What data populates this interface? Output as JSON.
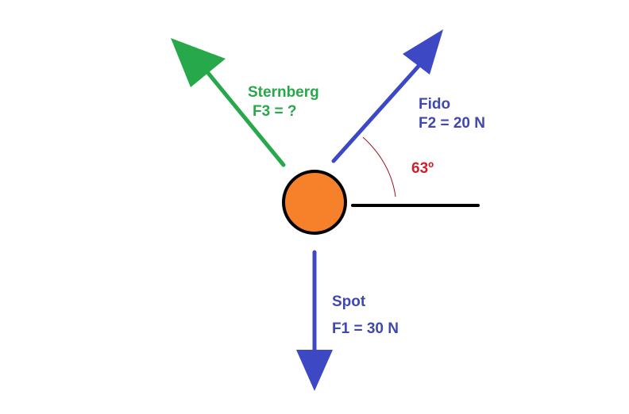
{
  "colors": {
    "green": "#27a84a",
    "blue": "#3d48c4",
    "label_blue": "#4048b0",
    "red": "#d0202c",
    "orange": "#f7802a"
  },
  "labels": {
    "f3_name": "Sternberg",
    "f3_value": "F3 = ?",
    "f2_name": "Fido",
    "f2_value": "F2 = 20 N",
    "angle": "63º",
    "f1_name": "Spot",
    "f1_value": "F1 = 30 N"
  }
}
